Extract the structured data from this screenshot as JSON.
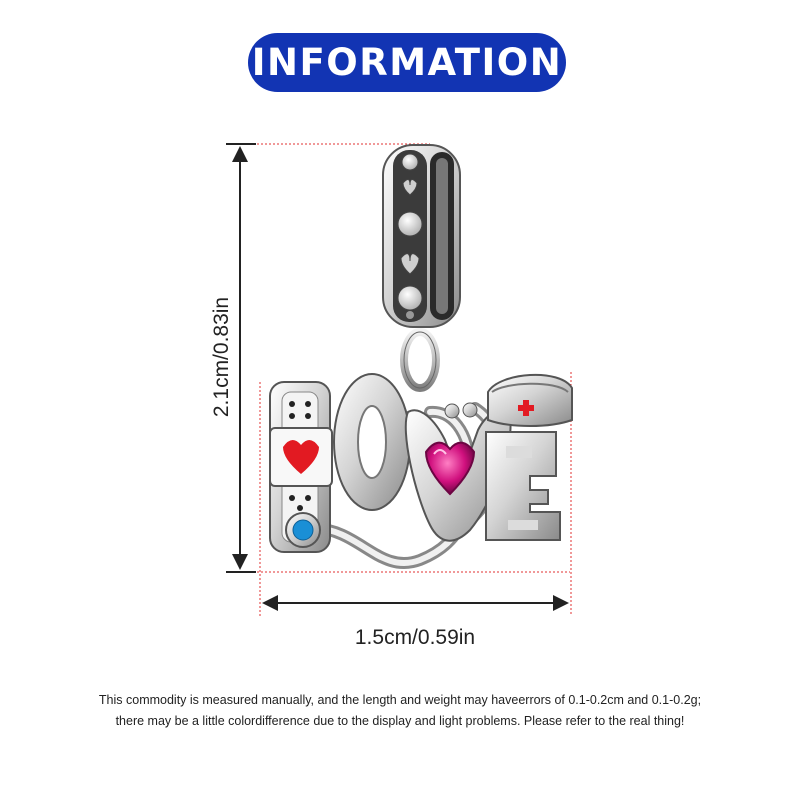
{
  "header": {
    "title": "INFORMATION",
    "bg_color": "#1234b3",
    "text_color": "#ffffff"
  },
  "dimensions": {
    "height_label": "2.1cm/0.83in",
    "width_label": "1.5cm/0.59in",
    "line_color": "#222222",
    "guide_color": "#e03030"
  },
  "product": {
    "image_name": "love-nurse-charm",
    "enamel_heart_color": "#e21a22",
    "gem_color": "#d0107e",
    "dot_color": "#1a8fd6",
    "cross_color": "#e21a22"
  },
  "disclaimer": {
    "line1": "This commodity is measured manually, and the length and weight may haveerrors of 0.1-0.2cm and 0.1-0.2g;",
    "line2": "there may be a little colordifference due to the display and light problems. Please refer to the real thing!"
  }
}
